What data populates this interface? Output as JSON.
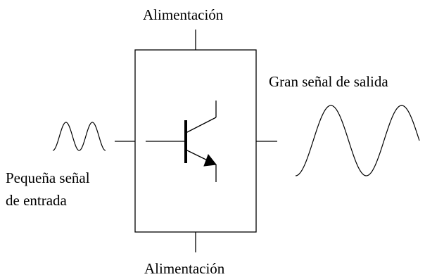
{
  "labels": {
    "supply_top": "Alimentación",
    "supply_bottom": "Alimentación",
    "output_signal": "Gran señal de salida",
    "input_signal_line1": "Pequeña señal",
    "input_signal_line2": "de entrada"
  },
  "colors": {
    "stroke": "#000000",
    "background": "#ffffff"
  }
}
